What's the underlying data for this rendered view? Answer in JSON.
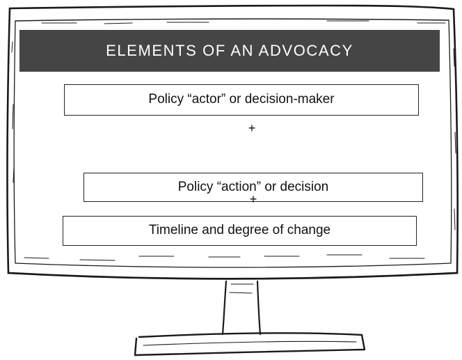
{
  "banner": {
    "title": "ELEMENTS OF AN ADVOCACY"
  },
  "elements": [
    {
      "label": "Policy “actor” or decision-maker"
    },
    {
      "label": "Policy “action” or decision"
    },
    {
      "label": "Timeline and degree of change"
    }
  ],
  "connectors": [
    {
      "symbol": "+"
    },
    {
      "symbol": "+"
    }
  ],
  "colors": {
    "banner_background": "#454545",
    "banner_text": "#ffffff",
    "sketch_ink": "#1a1a1a",
    "page_background": "#ffffff"
  },
  "icons": {
    "frame": "hand-drawn-monitor-icon"
  }
}
